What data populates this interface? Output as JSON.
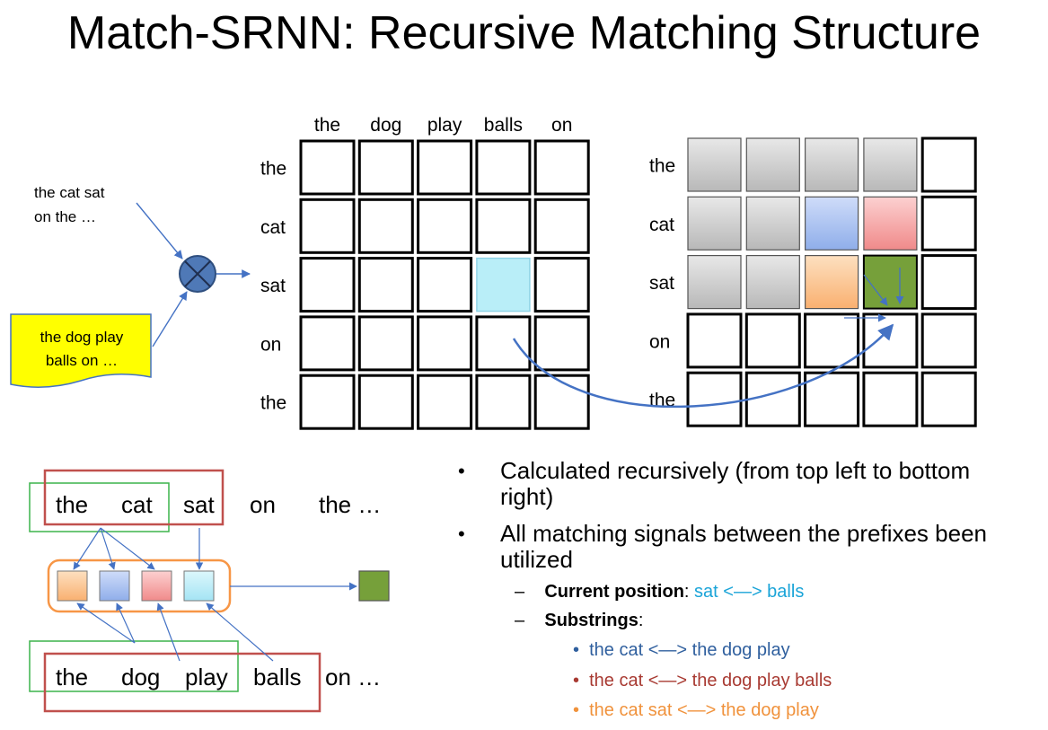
{
  "title": "Match-SRNN: Recursive Matching Structure",
  "inputs": {
    "sentence_a": [
      "the cat sat",
      "on the …"
    ],
    "sentence_b": [
      "the dog play",
      "balls on …"
    ]
  },
  "grid_left": {
    "col_labels": [
      "the",
      "dog",
      "play",
      "balls",
      "on"
    ],
    "row_labels": [
      "the",
      "cat",
      "sat",
      "on",
      "the"
    ],
    "highlight": {
      "row": 2,
      "col": 3,
      "color": "#b9eef8"
    }
  },
  "grid_right": {
    "row_labels": [
      "the",
      "cat",
      "sat",
      "on",
      "the"
    ]
  },
  "sentences": {
    "top": [
      "the",
      "cat",
      "sat",
      "on",
      "the …"
    ],
    "bottom": [
      "the",
      "dog",
      "play",
      "balls",
      "on …"
    ]
  },
  "colors": {
    "line": "#4472c4",
    "grid_border": "#000000",
    "gray": "#cfcfcf",
    "blue": "#a8c2f2",
    "red": "#f8a8a8",
    "orange": "#fcc896",
    "cyan": "#c6eef8",
    "green": "#76a03a",
    "yellow": "#ffff00",
    "box_red": "#c0504d",
    "box_green": "#3cb44b",
    "box_orange": "#f79646"
  },
  "bullets": [
    "Calculated recursively (from top left to bottom right)",
    "All matching signals between the prefixes been utilized"
  ],
  "current_position": {
    "label": "Current position",
    "value": "sat <—> balls",
    "color": "#1aa4d8"
  },
  "substrings": {
    "label": "Substrings",
    "items": [
      {
        "text": "the cat <—> the dog play",
        "color": "#2f5f9e"
      },
      {
        "text": "the cat  <—> the dog play balls",
        "color": "#a83a32"
      },
      {
        "text": "the cat sat  <—>  the dog play",
        "color": "#f0923c"
      }
    ]
  }
}
